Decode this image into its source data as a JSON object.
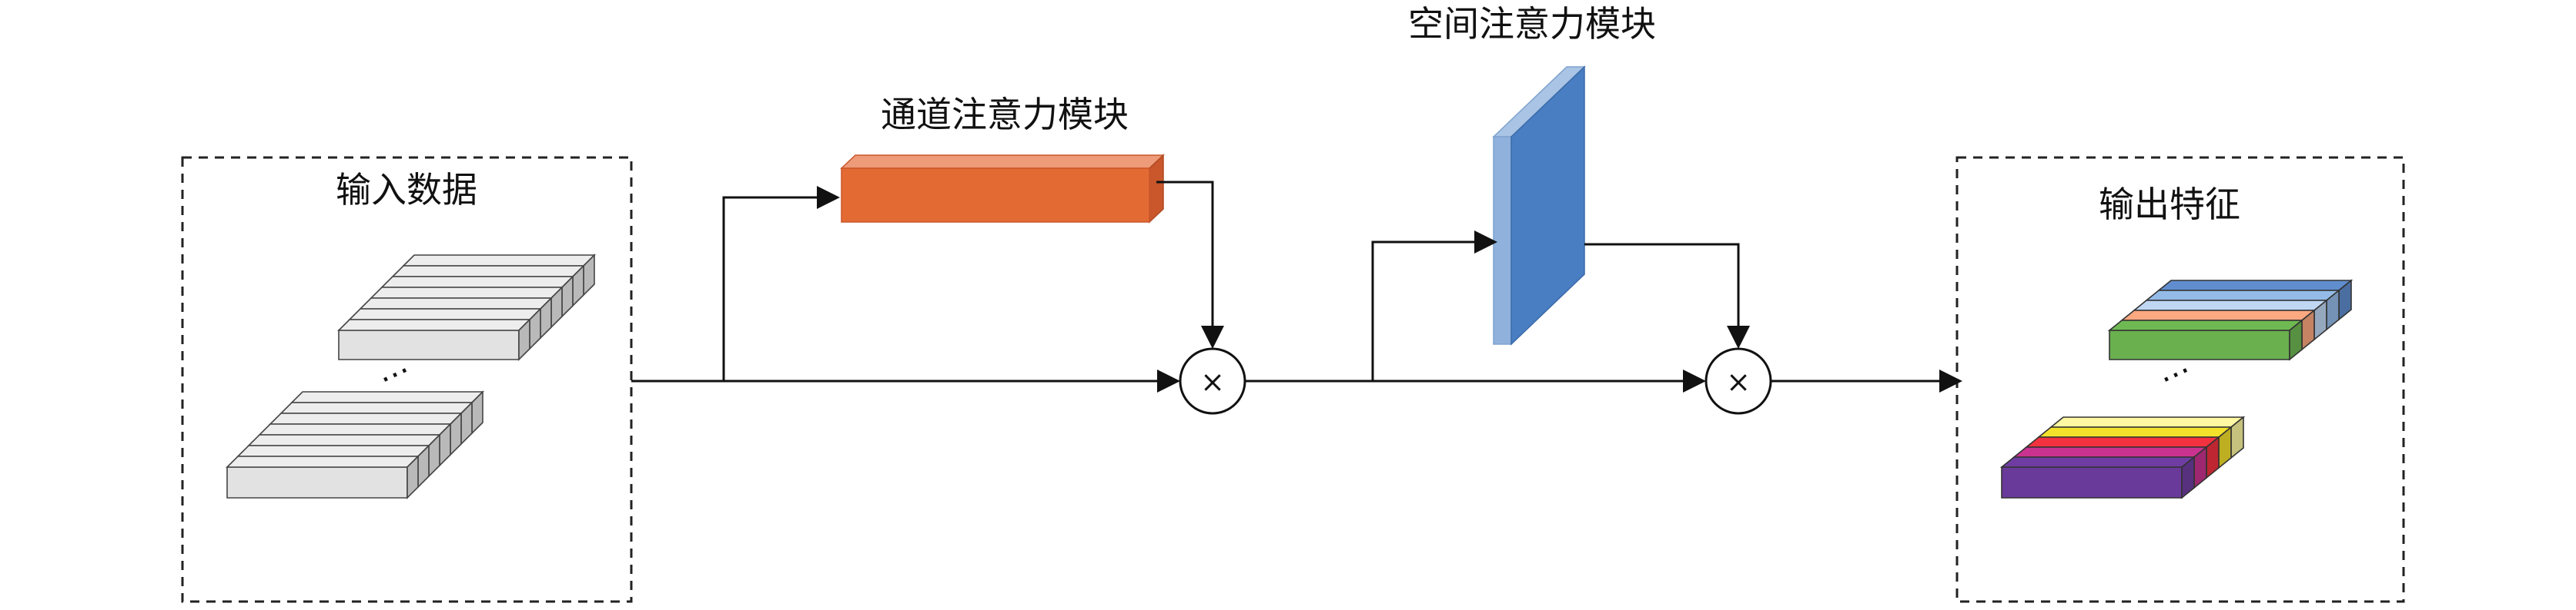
{
  "labels": {
    "input_data": "输入数据",
    "channel_attention": "通道注意力模块",
    "spatial_attention": "空间注意力模块",
    "output_features": "输出特征"
  },
  "symbols": {
    "multiply": "×",
    "ellipsis": "⋯"
  },
  "colors": {
    "line": "#111111",
    "dashed_border": "#222222",
    "input_slab": "#e2e2e2",
    "channel_front": "#e46a34",
    "channel_top": "#ed9b78",
    "channel_side": "#c9572b",
    "spatial_front": "#4a7ec2",
    "spatial_top": "#a9c4e4",
    "spatial_side": "#8fb1dc",
    "output_top_layers": [
      "#5b86c4",
      "#8db2dd",
      "#b7cde8",
      "#f0a07a",
      "#6ab04f"
    ],
    "output_bottom_layers": [
      "#f2ec9a",
      "#e8d62a",
      "#e8303c",
      "#c03088",
      "#6a3a9a"
    ]
  }
}
